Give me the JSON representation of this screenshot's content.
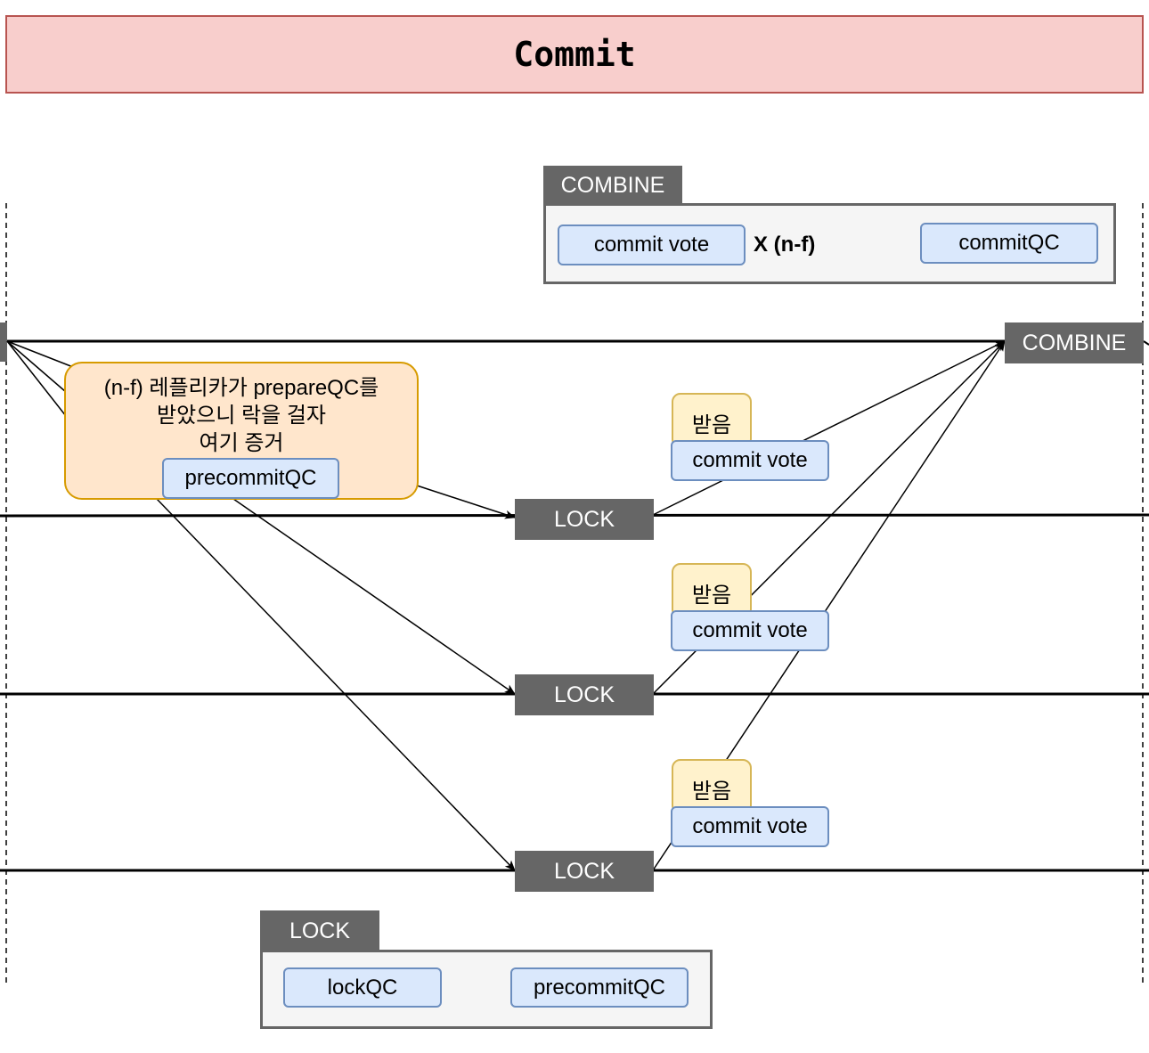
{
  "title": "Commit",
  "combine_panel": {
    "tab": "COMBINE",
    "input": "commit vote",
    "multiplier": "X (n-f)",
    "output": "commitQC"
  },
  "combine_node": "COMBINE",
  "note": {
    "lines": [
      "(n-f) 레플리카가 prepareQC를",
      "받았으니 락을 걸자",
      "여기 증거"
    ],
    "qc": "precommitQC"
  },
  "replicas": [
    {
      "lock": "LOCK",
      "received": "받음",
      "vote": "commit vote"
    },
    {
      "lock": "LOCK",
      "received": "받음",
      "vote": "commit vote"
    },
    {
      "lock": "LOCK",
      "received": "받음",
      "vote": "commit vote"
    }
  ],
  "lock_panel": {
    "tab": "LOCK",
    "output": "lockQC",
    "input": "precommitQC"
  },
  "colors": {
    "title_fill": "#f8cecc",
    "title_border": "#b85450",
    "tab_fill": "#666666",
    "qc_fill": "#dae8fc",
    "qc_border": "#6c8ebf",
    "received_fill": "#fff2cc",
    "received_border": "#d6b656",
    "note_fill": "#ffe6cc",
    "note_border": "#d79b00"
  }
}
